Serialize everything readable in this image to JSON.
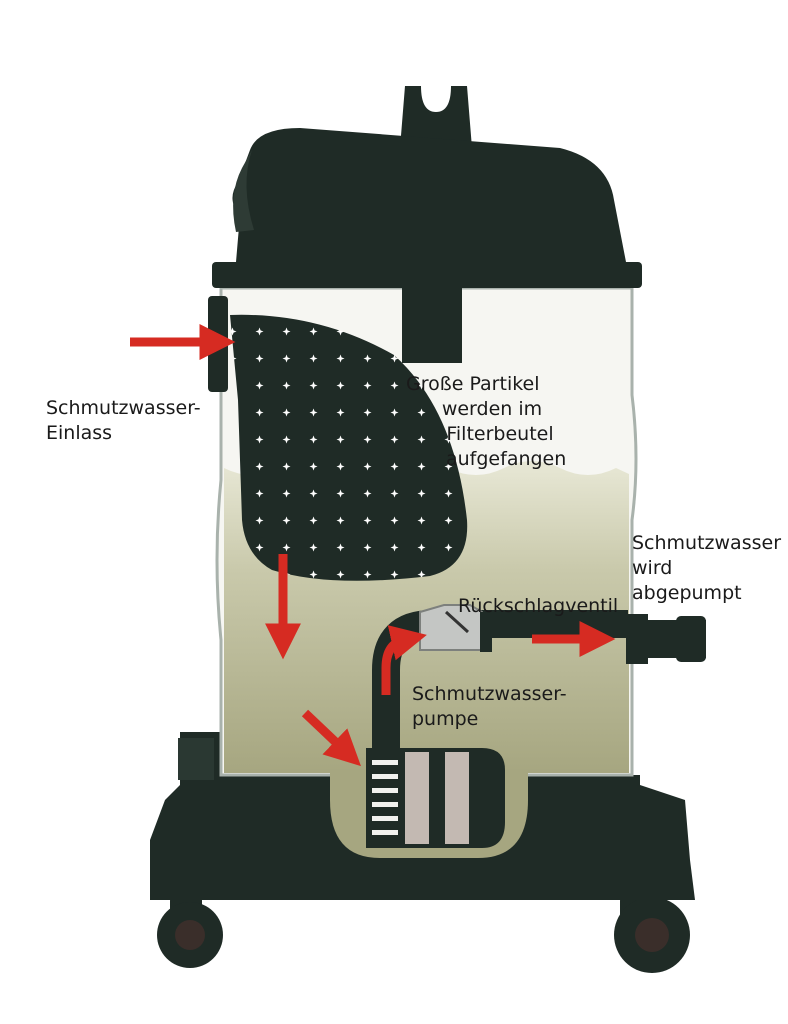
{
  "labels": {
    "inlet": [
      "Schmutzwasser-",
      "Einlass"
    ],
    "filter_bag": [
      "Große Partikel",
      "werden im",
      "Filterbeutel",
      "aufgefangen"
    ],
    "pumped_out": [
      "Schmutzwasser",
      "wird",
      "abgepumpt"
    ],
    "check_valve": "Rückschlagventil",
    "pump": [
      "Schmutzwasser-",
      "pumpe"
    ]
  },
  "colors": {
    "body_dark": "#1f2b26",
    "water": "#b6b694",
    "arrow_red": "#d62b22",
    "valve_grey": "#c4c6c4",
    "pump_band": "#c3b9b2"
  }
}
